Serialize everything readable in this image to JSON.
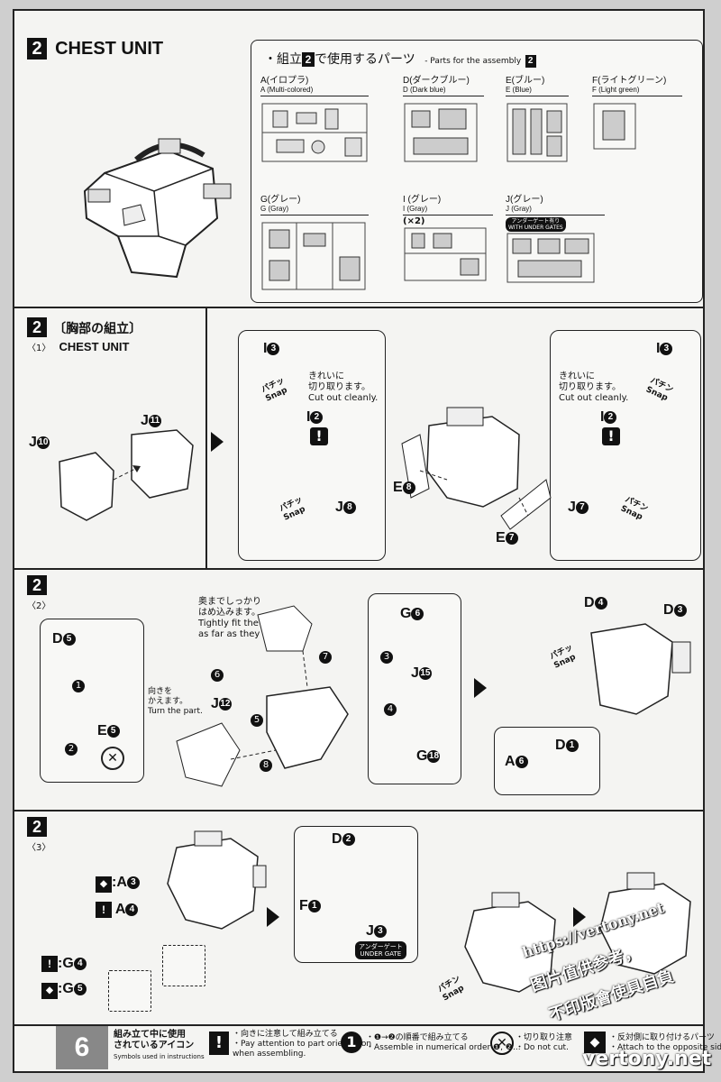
{
  "page_number": "6",
  "sec1": {
    "num": "2",
    "title": "CHEST UNIT",
    "parts_heading_jp": "・組立",
    "parts_heading_num": "2",
    "parts_heading_jp2": "で使用するパーツ",
    "parts_heading_en": "- Parts for the assembly",
    "parts": [
      {
        "jp": "A(イロプラ)",
        "en": "A (Multi-colored)"
      },
      {
        "jp": "D(ダークブルー)",
        "en": "D (Dark blue)"
      },
      {
        "jp": "E(ブルー)",
        "en": "E (Blue)"
      },
      {
        "jp": "F(ライトグリーン)",
        "en": "F (Light green)"
      },
      {
        "jp": "G(グレー)",
        "en": "G (Gray)"
      },
      {
        "jp": "I (グレー)",
        "en": "I (Gray)"
      },
      {
        "jp": "J(グレー)",
        "en": "J (Gray)"
      }
    ],
    "i_qty": "(×2)",
    "under_gate_jp": "アンダーゲート有り",
    "under_gate_en": "WITH UNDER GATES"
  },
  "sec2": {
    "num": "2",
    "sub": "〈1〉",
    "title_jp": "〔胸部の組立〕",
    "title_en": "CHEST UNIT",
    "j10": "J",
    "j10n": "10",
    "j11": "J",
    "j11n": "11",
    "i3": "I",
    "i3n": "3",
    "i2": "I",
    "i2n": "2",
    "j8": "J",
    "j8n": "8",
    "e8": "E",
    "e8n": "8",
    "e7": "E",
    "e7n": "7",
    "j7": "J",
    "j7n": "7",
    "cut_jp1": "きれいに",
    "cut_jp2": "切り取ります。",
    "cut_en": "Cut out cleanly.",
    "snap_jp": "パチッ",
    "snap_jp2": "パチン",
    "snap_en": "Snap"
  },
  "sec3": {
    "num": "2",
    "sub": "〈2〉",
    "d5": "D",
    "d5n": "5",
    "e5": "E",
    "e5n": "5",
    "turn_jp1": "向きを",
    "turn_jp2": "かえます。",
    "turn_en": "Turn the part.",
    "tight_jp1": "奥までしっかり",
    "tight_jp2": "はめ込みます。",
    "tight_en1": "Tightly fit the parts",
    "tight_en2": "as far as they will go.",
    "j12": "J",
    "j12n": "12",
    "g6": "G",
    "g6n": "6",
    "j15": "J",
    "j15n": "15",
    "g18": "G",
    "g18n": "18",
    "d4": "D",
    "d4n": "4",
    "d3": "D",
    "d3n": "3",
    "a6": "A",
    "a6n": "6",
    "d1": "D",
    "d1n": "1",
    "steps": [
      "1",
      "2",
      "3",
      "4",
      "5",
      "6",
      "7",
      "8"
    ],
    "snap_jp": "パチッ",
    "snap_en": "Snap"
  },
  "sec4": {
    "num": "2",
    "sub": "〈3〉",
    "a3": ":A",
    "a3n": "3",
    "a4": "A",
    "a4n": "4",
    "g4": ":G",
    "g4n": "4",
    "g5": ":G",
    "g5n": "5",
    "d2": "D",
    "d2n": "2",
    "f1": "F",
    "f1n": "1",
    "j3": "J",
    "j3n": "3",
    "under_gate_jp": "アンダーゲート",
    "under_gate_en": "UNDER GATE",
    "snap_jp": "パチン",
    "snap_en": "Snap"
  },
  "legend": {
    "title_jp1": "組み立て中に使用",
    "title_jp2": "されているアイコン",
    "title_en": "Symbols used in instructions",
    "items": [
      {
        "jp": "・向きに注意して組み立てる",
        "en1": "・Pay attention to part orientation",
        "en2": "when assembling."
      },
      {
        "jp": "・❶→❷の順番で組み立てる",
        "en1": "・Assemble in numerical order ❶, ❷...",
        "en2": ""
      },
      {
        "jp": "・切り取り注意",
        "en1": "・Do not cut.",
        "en2": ""
      },
      {
        "jp": "・反対側に取り付けるパーツ",
        "en1": "・Attach to the opposite side.",
        "en2": ""
      }
    ]
  },
  "watermark": {
    "url": "https://vertony.net",
    "line1": "图片值供参考，",
    "line2": "不印版會使具自負",
    "site": "vertony.net"
  },
  "colors": {
    "ink": "#111111",
    "paper": "#f4f4f2",
    "gray": "#888888"
  }
}
